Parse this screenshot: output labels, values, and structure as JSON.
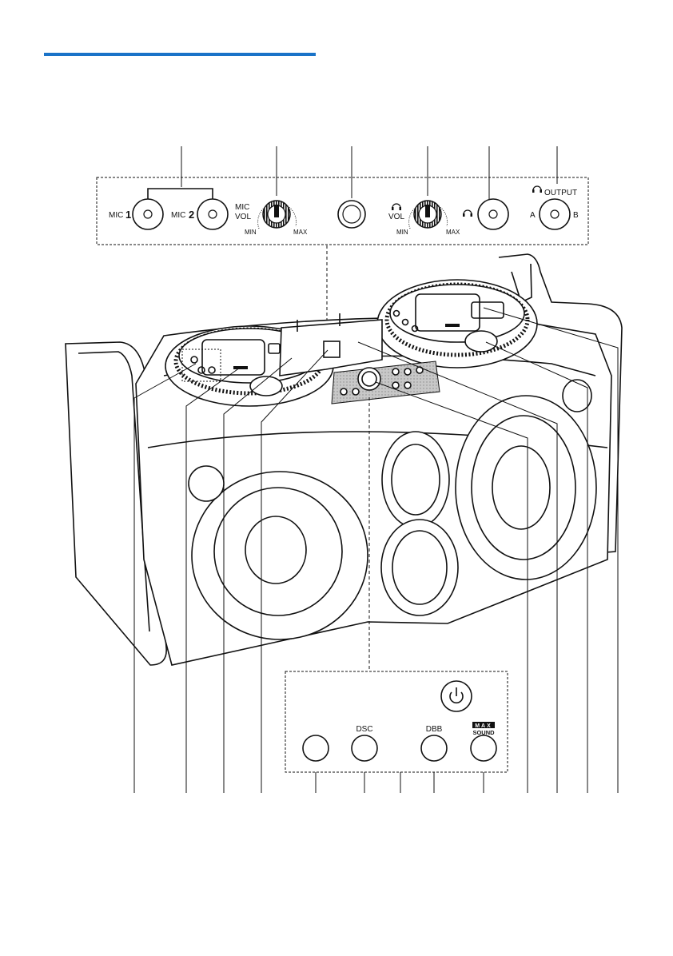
{
  "accent_color": "#1a73c8",
  "top_panel": {
    "mic1_label": "MIC",
    "mic1_number": "1",
    "mic2_label": "MIC",
    "mic2_number": "2",
    "mic_vol_label_line1": "MIC",
    "mic_vol_label_line2": "VOL",
    "mic_vol_min": "MIN",
    "mic_vol_max": "MAX",
    "headphone_vol_label": "VOL",
    "headphone_vol_min": "MIN",
    "headphone_vol_max": "MAX",
    "output_label": "OUTPUT",
    "output_a": "A",
    "output_b": "B"
  },
  "bottom_panel": {
    "dsc_label": "DSC",
    "dbb_label": "DBB",
    "max_label": "MAX",
    "sound_label": "SOUND"
  },
  "icons": [
    "headphone-icon",
    "power-icon"
  ]
}
